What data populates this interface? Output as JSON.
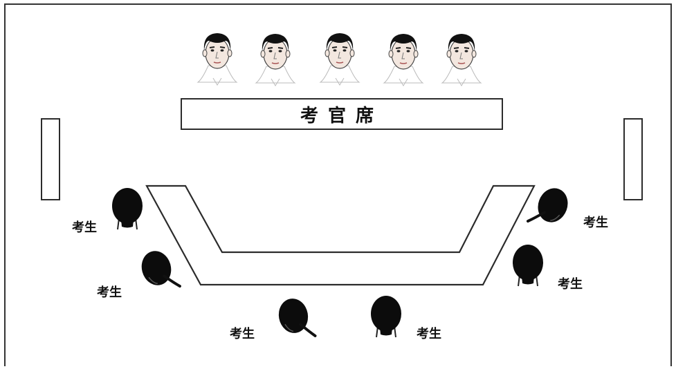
{
  "diagram": {
    "examiner_table_label": "考官席",
    "candidate_label": "考生",
    "candidate_labels": [
      "考生",
      "考生",
      "考生",
      "考生",
      "考生",
      "考生"
    ]
  },
  "icons": {
    "examiner": "examiner-face-icon",
    "candidate": "candidate-head-back-icon"
  },
  "colors": {
    "line": "#2b2b2b",
    "hair": "#0c0c0c",
    "face": "#f3e7df",
    "background": "#ffffff"
  }
}
